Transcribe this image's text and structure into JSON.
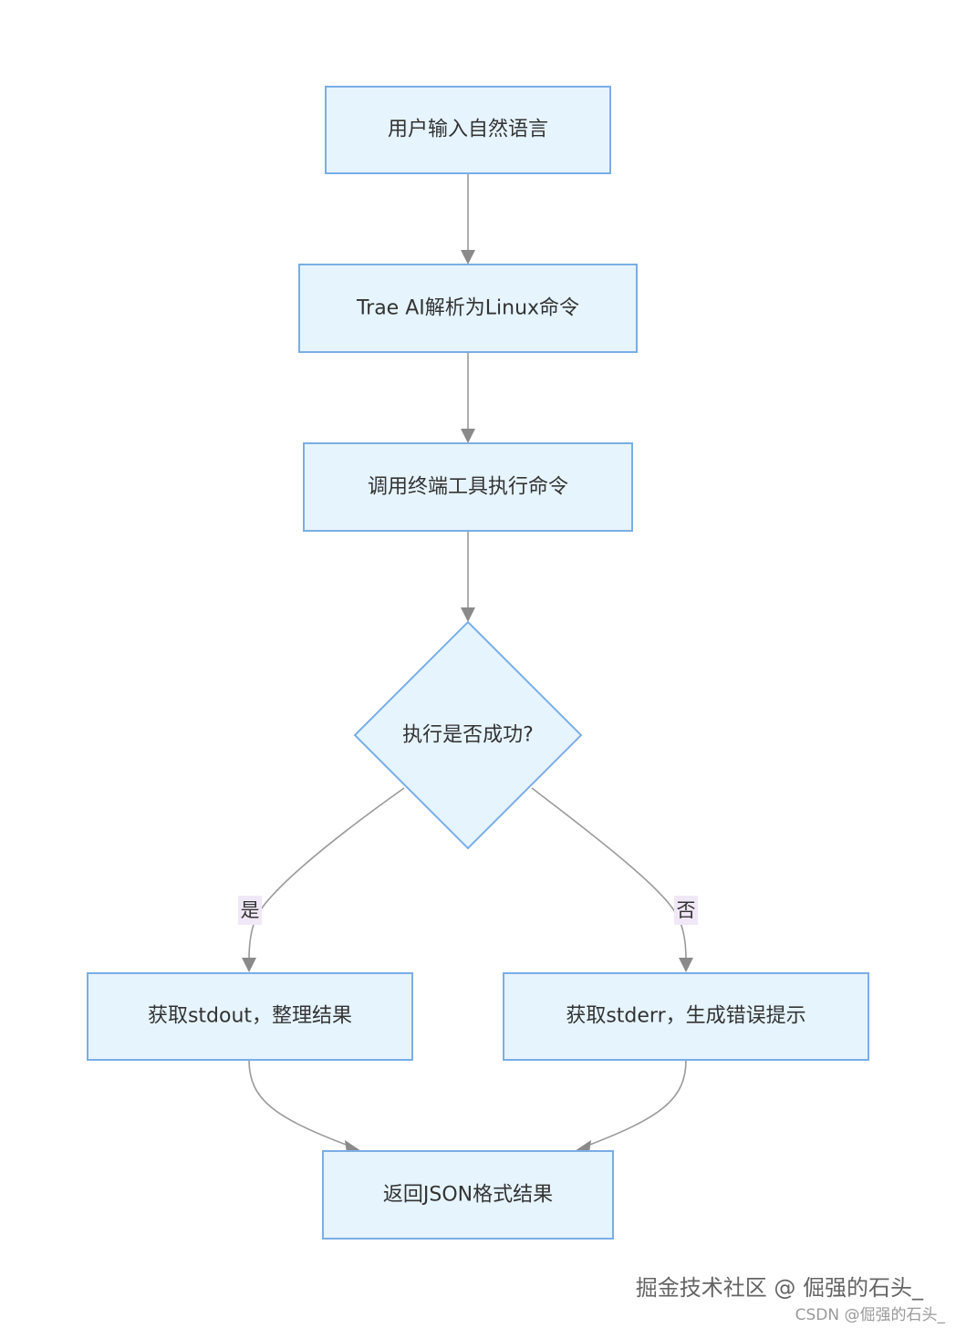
{
  "nodes": {
    "input": "用户输入自然语言",
    "parse": "Trae AI解析为Linux命令",
    "exec": "调用终端工具执行命令",
    "decision": "执行是否成功?",
    "success": "获取stdout，整理结果",
    "failure": "获取stderr，生成错误提示",
    "output": "返回JSON格式结果"
  },
  "edges": {
    "yes_label": "是",
    "no_label": "否"
  },
  "watermark": {
    "main": "掘金技术社区 @ 倔强的石头_",
    "sub": "CSDN @倔强的石头_"
  }
}
